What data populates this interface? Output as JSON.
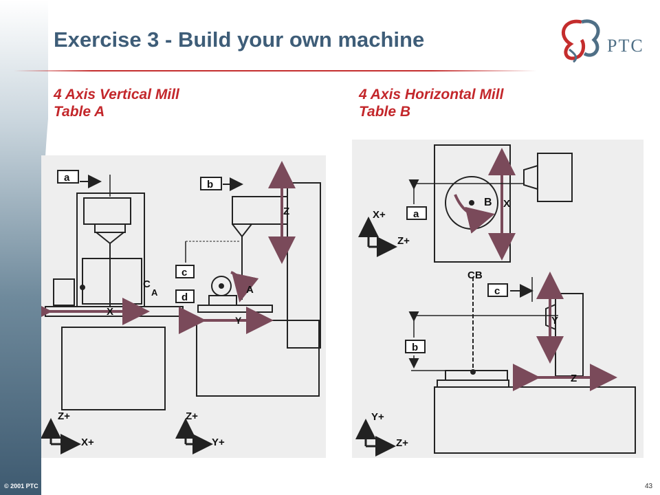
{
  "slide": {
    "title": "Exercise 3 - Build your own machine",
    "logo_text": "PTC",
    "copyright": "© 2001 PTC",
    "page_number": "43"
  },
  "left": {
    "heading_line1": "4 Axis Vertical Mill",
    "heading_line2": "Table A",
    "labels": {
      "a": "a",
      "b": "b",
      "c": "c",
      "d": "d",
      "x_axis": "X",
      "z_axis": "Z",
      "y_axis": "Y",
      "a_axis": "A",
      "c_marker": "C"
    },
    "triads": [
      {
        "up": "Z+",
        "right": "X+"
      },
      {
        "up": "Z+",
        "right": "Y+"
      }
    ]
  },
  "right": {
    "heading_line1": "4 Axis Horizontal Mill",
    "heading_line2": "Table B",
    "labels": {
      "a": "a",
      "b": "b",
      "c": "c",
      "b_axis": "B",
      "x_axis": "X",
      "y_axis": "Y",
      "z_axis": "Z",
      "cb_marker": "CB"
    },
    "triads": [
      {
        "up": "X+",
        "right": "Z+"
      },
      {
        "up": "Y+",
        "right": "Z+"
      }
    ]
  },
  "colors": {
    "title": "#3e5d78",
    "heading": "#c3272b",
    "rule": "#c42d2d",
    "axis_arrow": "#7a4a5a"
  }
}
